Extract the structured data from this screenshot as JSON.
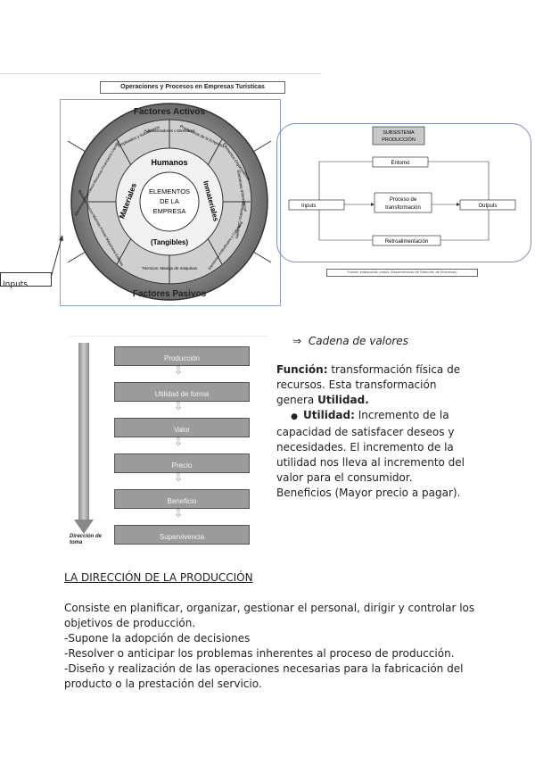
{
  "top_figure": {
    "title": "Operaciones y Procesos en Empresas Turísticas",
    "wheel": {
      "center_text": [
        "ELEMENTOS",
        "DE LA",
        "EMPRESA"
      ],
      "ring_top": "Factores Activos",
      "ring_bottom": "Factores Pasivos",
      "humanos": "Humanos",
      "materiales": "Materiales",
      "inmateriales": "Inmateriales",
      "tangibles": "(Tangibles)",
      "segments": {
        "empleados": "Empleados y Subalternos",
        "admin": "Administradores o Directivos",
        "propietarios": "Propietarios de la Empresa",
        "financieros": "Elementos Financieros Recursos Financieros Liquidez",
        "fisicos": "Recursos Físicos Materias Primas Maquinaria Edificios",
        "tecnicos": "Técnicos: Manejo de máquinas",
        "elem_org": "Elementos Organizativos",
        "elem_inf": "Elementos Informáticos",
        "elem_cult": "Elementos Culturales",
        "elem_sal": "Elementos Actitudinales y Culturales"
      }
    },
    "inputs_label": "Inputs",
    "subsystem": {
      "title_line1": "SUBSISTEMA",
      "title_line2": "PRODUCCIÓN",
      "entorno": "Entorno",
      "inputs": "Inputs",
      "proceso_line1": "Proceso de",
      "proceso_line2": "transformación",
      "outputs": "Outputs",
      "retro": "Retroalimentación",
      "source": "Fuente: elaboración propia (Departamento de Dirección de Empresas)"
    }
  },
  "value_chain": {
    "steps": [
      "Producción",
      "Utilidad de forma",
      "Valor",
      "Precio",
      "Beneficio",
      "Supervivencia"
    ],
    "arrow_label_line1": "Dirección de",
    "arrow_label_line2": "toma"
  },
  "right_text": {
    "arrow_symbol": "⇒",
    "cadena": "Cadena de valores",
    "funcion_label": "Función:",
    "funcion_text": " transformación física de recursos. Esta transformación genera ",
    "utilidad_bold": "Utilidad.",
    "bullet": "●",
    "utilidad_label": "Utilidad:",
    "utilidad_text": " Incremento de la capacidad de satisfacer deseos y necesidades. El incremento de la utilidad nos lleva al incremento del valor para el consumidor.",
    "beneficios": "Beneficios (Mayor precio a pagar)."
  },
  "section": {
    "heading": "LA DIRECCIÓN DE LA PRODUCCIÓN",
    "para1": "Consiste en planificar, organizar, gestionar el personal, dirigir y controlar los objetivos de producción.",
    "line2": "-Supone la adopción de decisiones",
    "line3": "-Resolver o anticipar los problemas inherentes al proceso de producción.",
    "line4": "-Diseño y realización de las operaciones necesarias para la fabricación del producto o la prestación del servicio."
  },
  "colors": {
    "box_border": "#7a8fbf",
    "wheel_dark": "#555555",
    "wheel_mid": "#9a9a9a",
    "wheel_light": "#d8d8d8",
    "step_fill": "#9b9b9b"
  }
}
